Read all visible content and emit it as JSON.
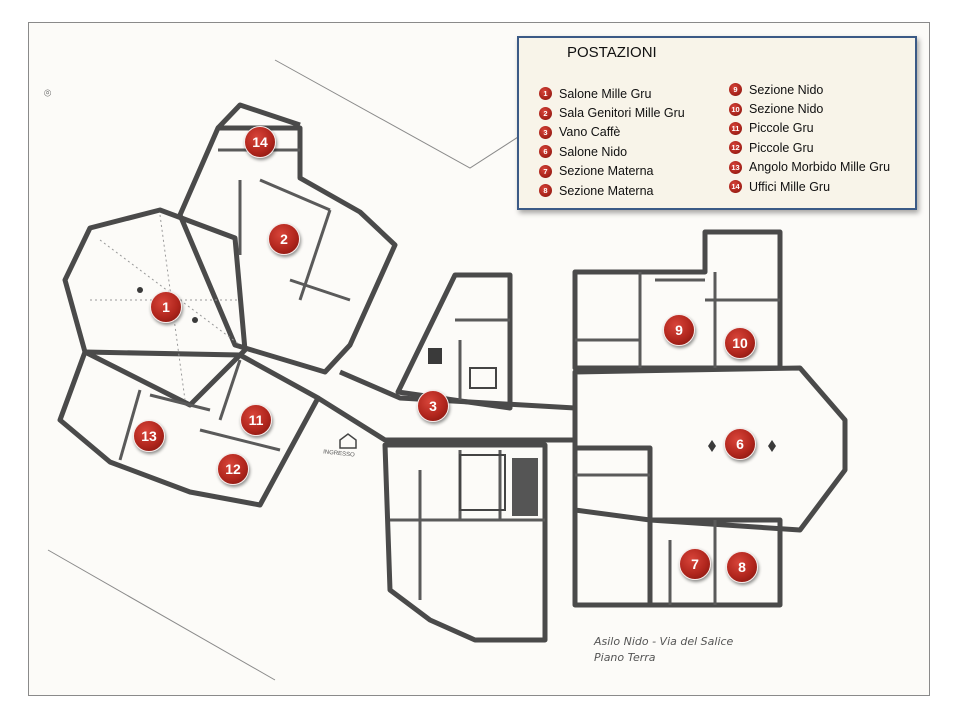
{
  "legend": {
    "title": "POSTAZIONI",
    "items": [
      {
        "number": "1",
        "label": "Salone Mille Gru"
      },
      {
        "number": "2",
        "label": "Sala Genitori Mille Gru"
      },
      {
        "number": "3",
        "label": "Vano Caffè"
      },
      {
        "number": "6",
        "label": "Salone Nido"
      },
      {
        "number": "7",
        "label": "Sezione Materna"
      },
      {
        "number": "8",
        "label": "Sezione Materna"
      },
      {
        "number": "9",
        "label": "Sezione Nido"
      },
      {
        "number": "10",
        "label": "Sezione Nido"
      },
      {
        "number": "11",
        "label": "Piccole Gru"
      },
      {
        "number": "12",
        "label": "Piccole Gru"
      },
      {
        "number": "13",
        "label": "Angolo Morbido Mille Gru"
      },
      {
        "number": "14",
        "label": "Uffici Mille Gru"
      }
    ]
  },
  "markers": [
    "14",
    "2",
    "1",
    "3",
    "9",
    "10",
    "11",
    "13",
    "12",
    "6",
    "7",
    "8"
  ],
  "caption": {
    "line1": "Asilo Nido - Via del Salice",
    "line2": "Piano Terra"
  },
  "entrance_label": "INGRESSO",
  "colors": {
    "marker": "#b1261d",
    "legend_border": "#3b5a86",
    "legend_bg": "#f8f4e9",
    "walls": "#4a4a4a"
  }
}
